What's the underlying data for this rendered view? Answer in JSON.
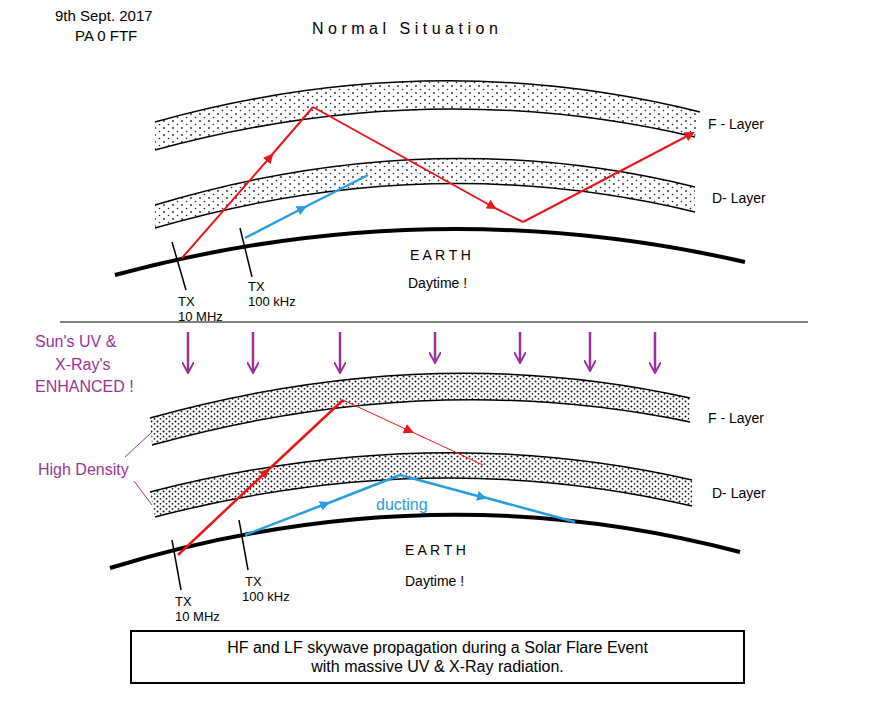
{
  "diagram": {
    "title": "Normal Situation",
    "caption": "HF and LF skywave propagation during a Solar Flare Event with massive UV & X-Ray radiation.",
    "labels": [
      "9th Sept. 2017",
      "PA 0 FTF",
      "F - Layer",
      "D- Layer",
      "E A R T H",
      "Daytime !",
      "TX",
      "10 MHz",
      "TX",
      "100 kHz",
      "Sun's UV &",
      "X-Ray's",
      "ENHANCED !",
      "High Density",
      "F - Layer",
      "D- Layer",
      "ducting",
      "E A R T H",
      "Daytime !",
      "TX",
      "10 MHz",
      "TX",
      "100 kHz"
    ]
  }
}
